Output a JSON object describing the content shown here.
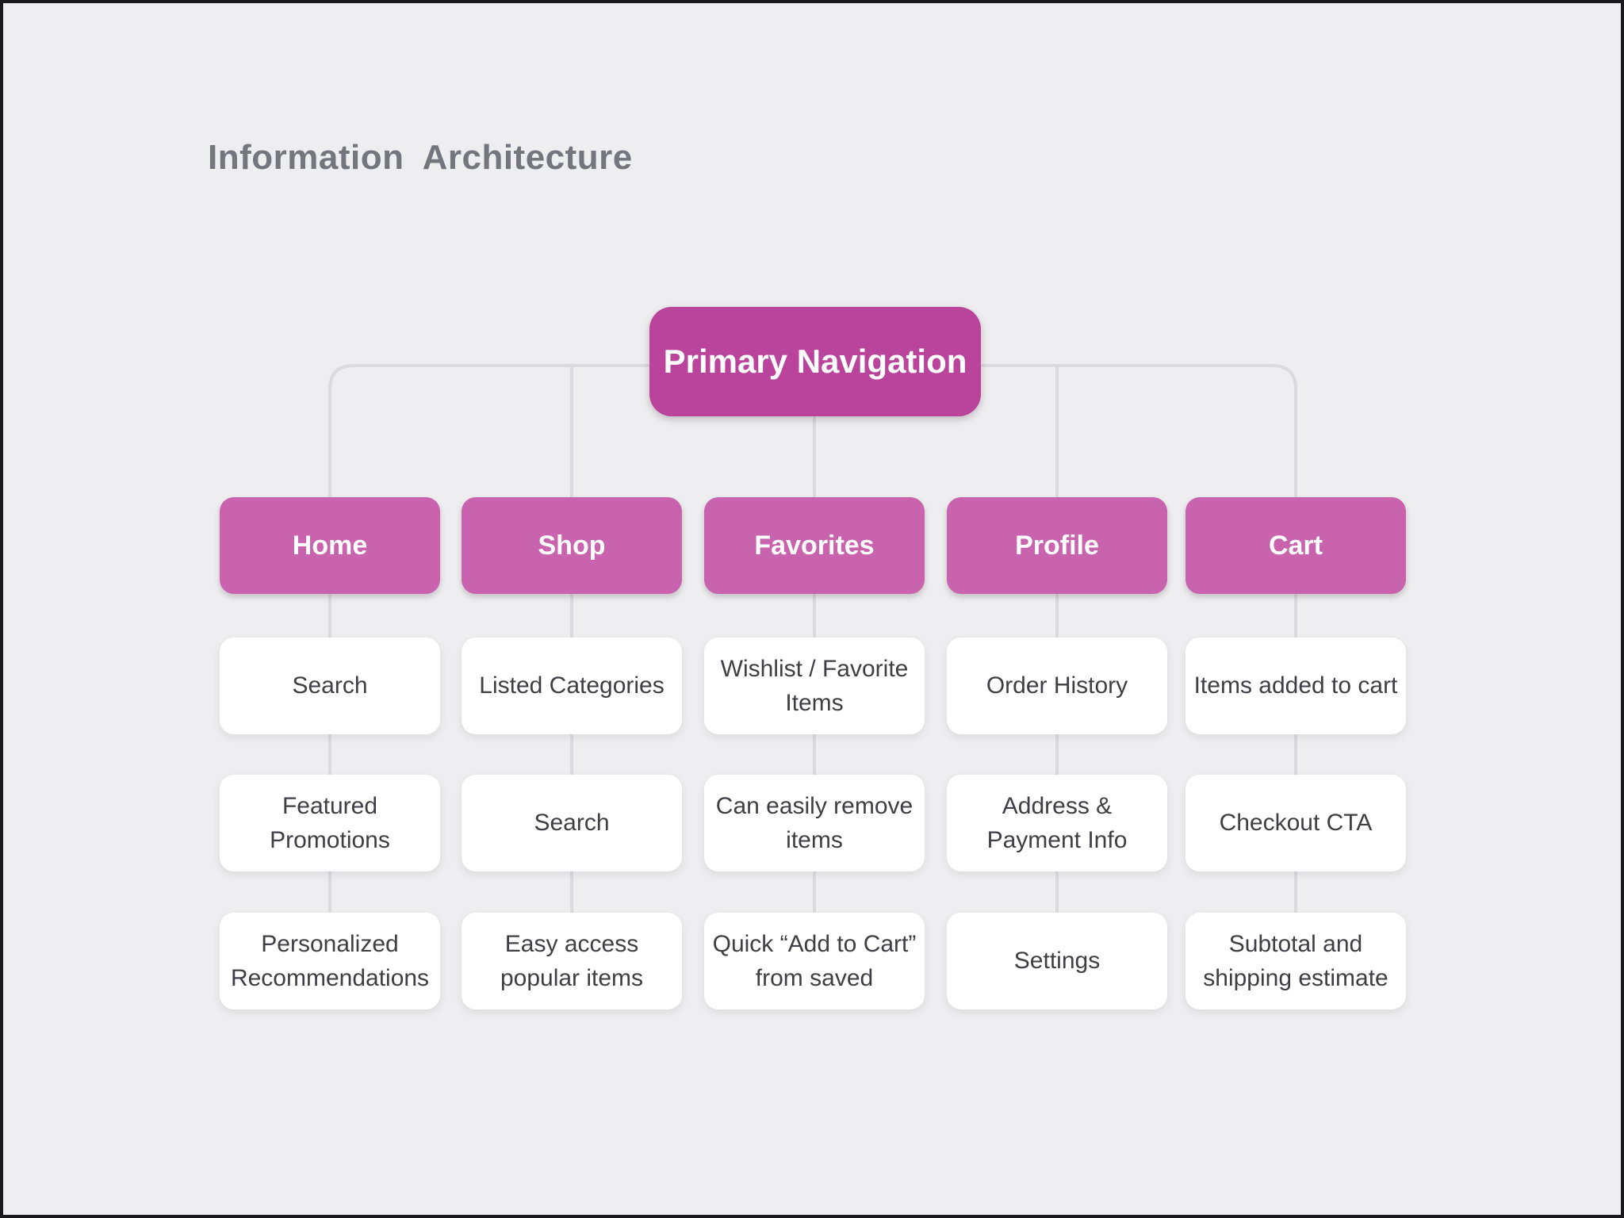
{
  "title": "Information Architecture",
  "diagram": {
    "root": {
      "label": "Primary Navigation"
    },
    "columns": [
      {
        "label": "Home",
        "items": [
          "Search",
          "Featured Promotions",
          "Personalized Recommendations"
        ]
      },
      {
        "label": "Shop",
        "items": [
          "Listed Categories",
          "Search",
          "Easy access popular items"
        ]
      },
      {
        "label": "Favorites",
        "items": [
          "Wishlist / Favorite Items",
          "Can easily remove items",
          "Quick “Add to Cart” from saved"
        ]
      },
      {
        "label": "Profile",
        "items": [
          "Order History",
          "Address & Payment Info",
          "Settings"
        ]
      },
      {
        "label": "Cart",
        "items": [
          "Items added to cart",
          "Checkout CTA",
          "Subtotal and shipping estimate"
        ]
      }
    ],
    "colors": {
      "background": "#EEEEF0",
      "connector": "#DBDBDF",
      "root_node": "#BA439B",
      "tab_node": "#C963AE",
      "card_node": "#FFFFFF",
      "title_text": "#75757E",
      "card_text": "#3E3E44"
    }
  }
}
